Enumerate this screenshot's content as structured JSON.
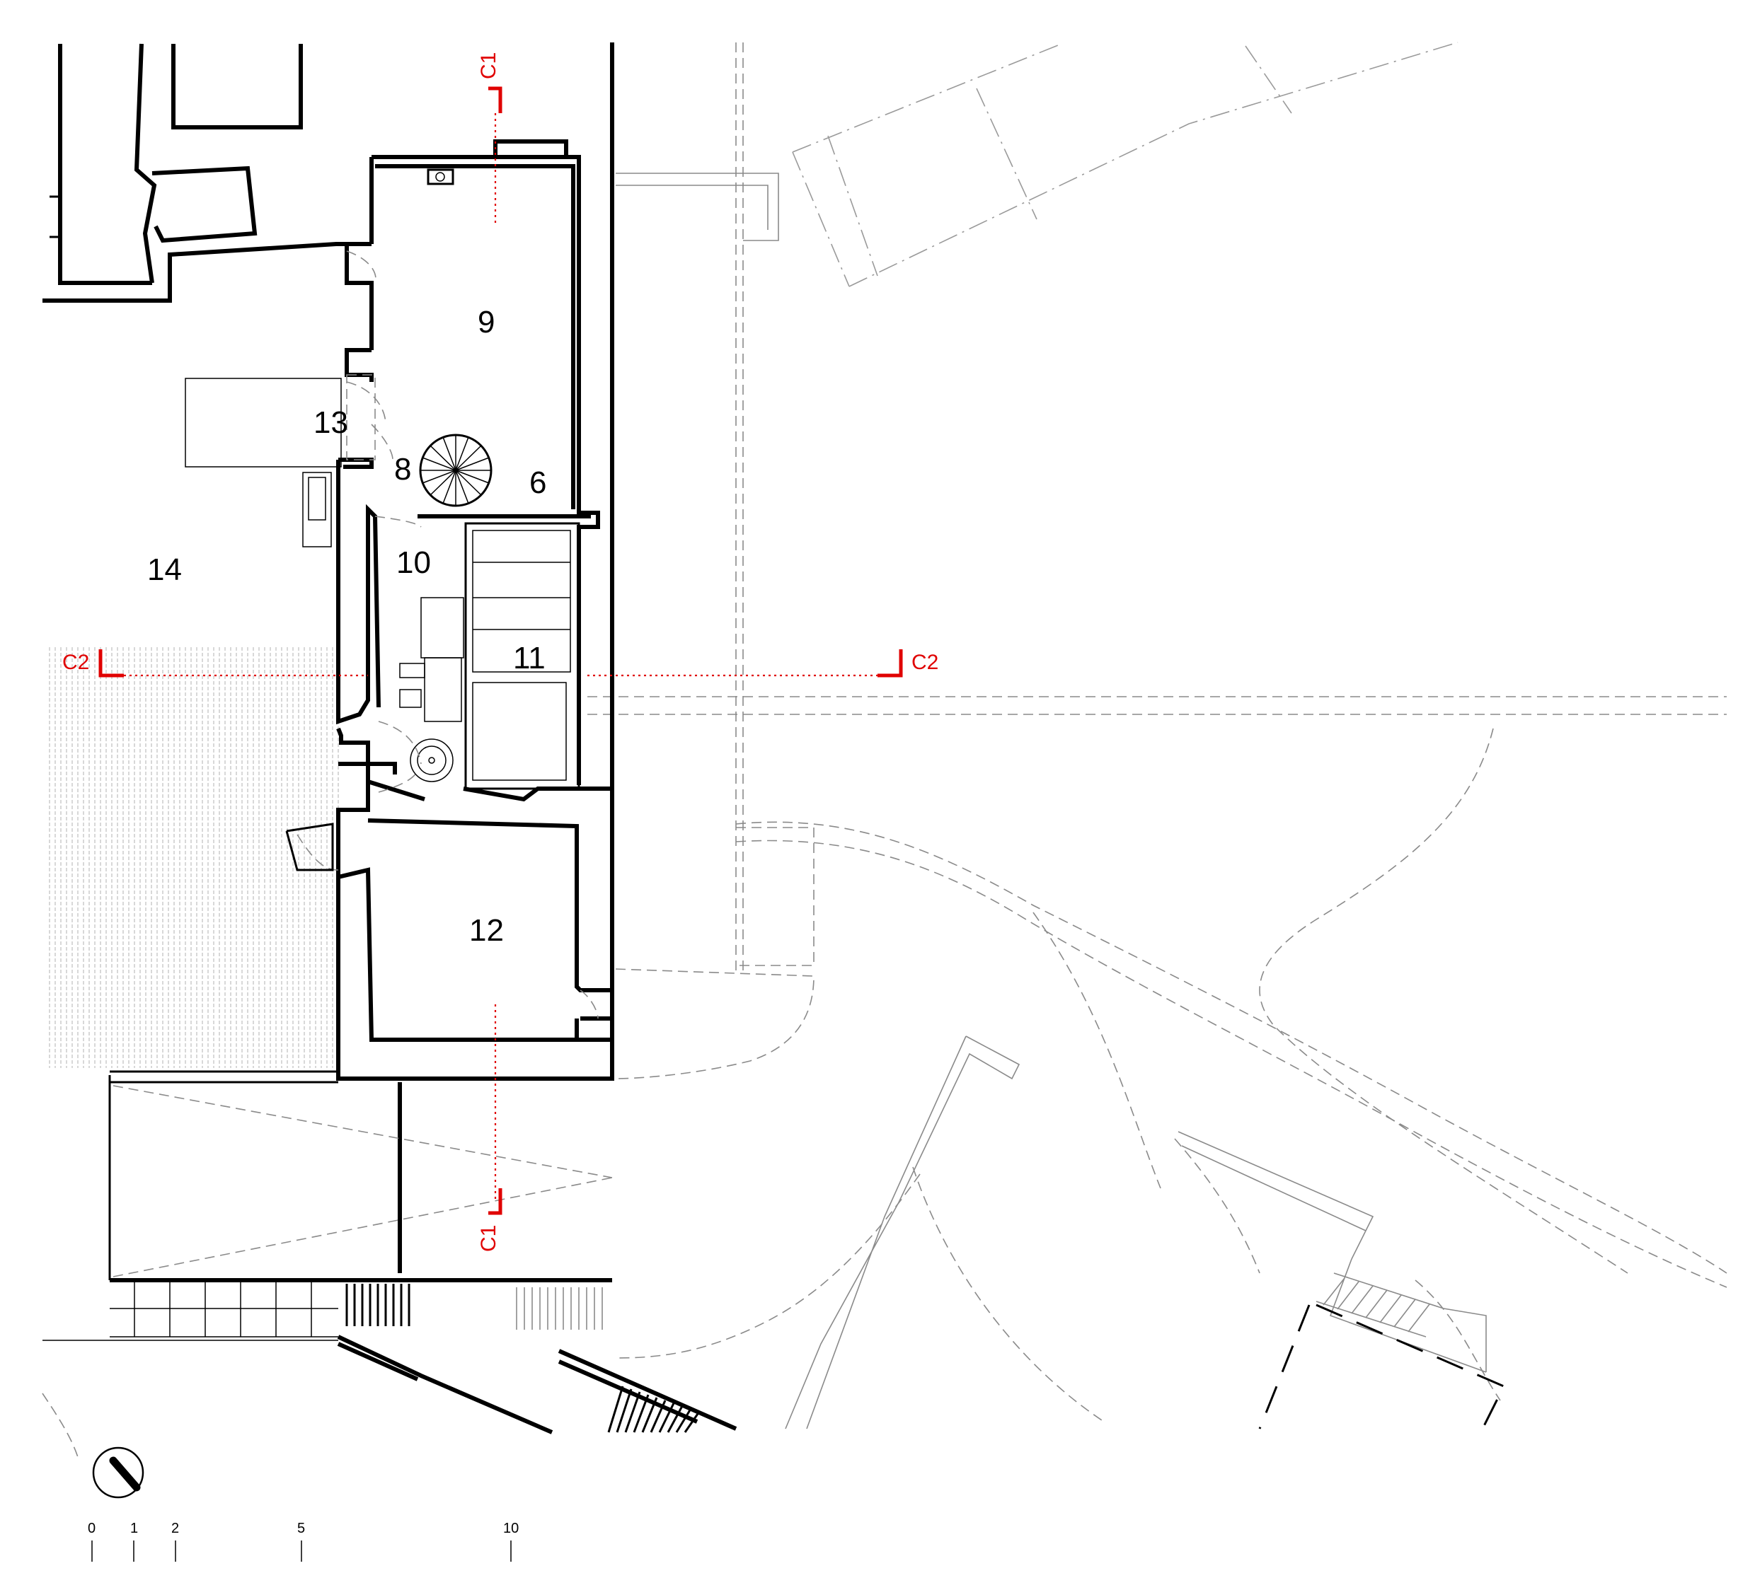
{
  "rooms": {
    "r6": "6",
    "r8": "8",
    "r9": "9",
    "r10": "10",
    "r11": "11",
    "r12": "12",
    "r13": "13",
    "r14": "14"
  },
  "sections": {
    "c1_top": "C1",
    "c1_bottom": "C1",
    "c2_left": "C2",
    "c2_right": "C2"
  },
  "scale_bar": {
    "ticks": [
      "0",
      "1",
      "2",
      "5",
      "10"
    ]
  },
  "north_arrow": {
    "icon": "north-arrow-icon"
  },
  "colors": {
    "section_marker": "#e00000",
    "wall": "#000000",
    "context_lines": "#8a8a8a"
  }
}
